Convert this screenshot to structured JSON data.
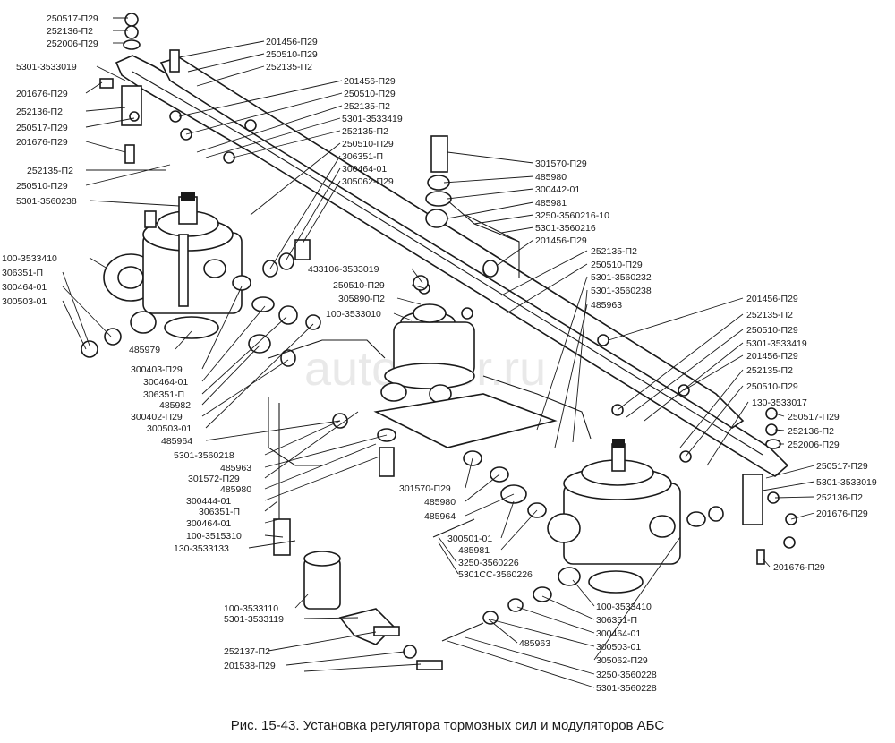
{
  "caption": "Рис. 15-43. Установка регулятора тормозных сил и модуляторов АБС",
  "watermark": "autopiter.ru",
  "labels": {
    "l01": "250517-П29",
    "l02": "252136-П2",
    "l03": "252006-П29",
    "l04": "5301-3533019",
    "l05": "201676-П29",
    "l06": "252136-П2",
    "l07": "250517-П29",
    "l08": "201676-П29",
    "l09": "252135-П2",
    "l10": "250510-П29",
    "l11": "5301-3560238",
    "l12": "201456-П29",
    "l13": "250510-П29",
    "l14": "252135-П2",
    "l15": "201456-П29",
    "l16": "250510-П29",
    "l17": "252135-П2",
    "l18": "5301-3533419",
    "l19": "252135-П2",
    "l20": "250510-П29",
    "l21": "306351-П",
    "l22": "300464-01",
    "l23": "305062-П29",
    "l24": "301570-П29",
    "l25": "485980",
    "l26": "300442-01",
    "l27": "485981",
    "l28": "3250-3560216-10",
    "l29": "5301-3560216",
    "l30": "201456-П29",
    "l31": "100-3533410",
    "l32": "306351-П",
    "l33": "300464-01",
    "l34": "300503-01",
    "l35": "433106-3533019",
    "l36": "250510-П29",
    "l37": "305890-П2",
    "l38": "100-3533010",
    "l39": "252135-П2",
    "l40": "250510-П29",
    "l41": "5301-3560232",
    "l42": "5301-3560238",
    "l43": "485963",
    "l44": "201456-П29",
    "l45": "252135-П2",
    "l46": "250510-П29",
    "l47": "5301-3533419",
    "l48": "201456-П29",
    "l49": "252135-П2",
    "l50": "250510-П29",
    "l51": "130-3533017",
    "l52": "250517-П29",
    "l53": "252136-П2",
    "l54": "252006-П29",
    "l55": "485979",
    "l56": "300403-П29",
    "l57": "300464-01",
    "l58": "306351-П",
    "l59": "485982",
    "l60": "300402-П29",
    "l61": "300503-01",
    "l62": "485964",
    "l63": "5301-3560218",
    "l64": "485963",
    "l65": "301572-П29",
    "l66": "485980",
    "l67": "300444-01",
    "l68": "306351-П",
    "l69": "300464-01",
    "l70": "100-3515310",
    "l71": "130-3533133",
    "l72": "301570-П29",
    "l73": "485980",
    "l74": "485964",
    "l75": "300501-01",
    "l76": "485981",
    "l77": "3250-3560226",
    "l78": "5301СС-3560226",
    "l79": "250517-П29",
    "l80": "5301-3533019",
    "l81": "252136-П2",
    "l82": "201676-П29",
    "l83": "201676-П29",
    "l84": "100-3533110",
    "l85": "5301-3533119",
    "l86": "252137-П2",
    "l87": "201538-П29",
    "l88": "485963",
    "l89": "100-3533410",
    "l90": "306351-П",
    "l91": "300464-01",
    "l92": "300503-01",
    "l93": "305062-П29",
    "l94": "3250-3560228",
    "l95": "5301-3560228"
  }
}
